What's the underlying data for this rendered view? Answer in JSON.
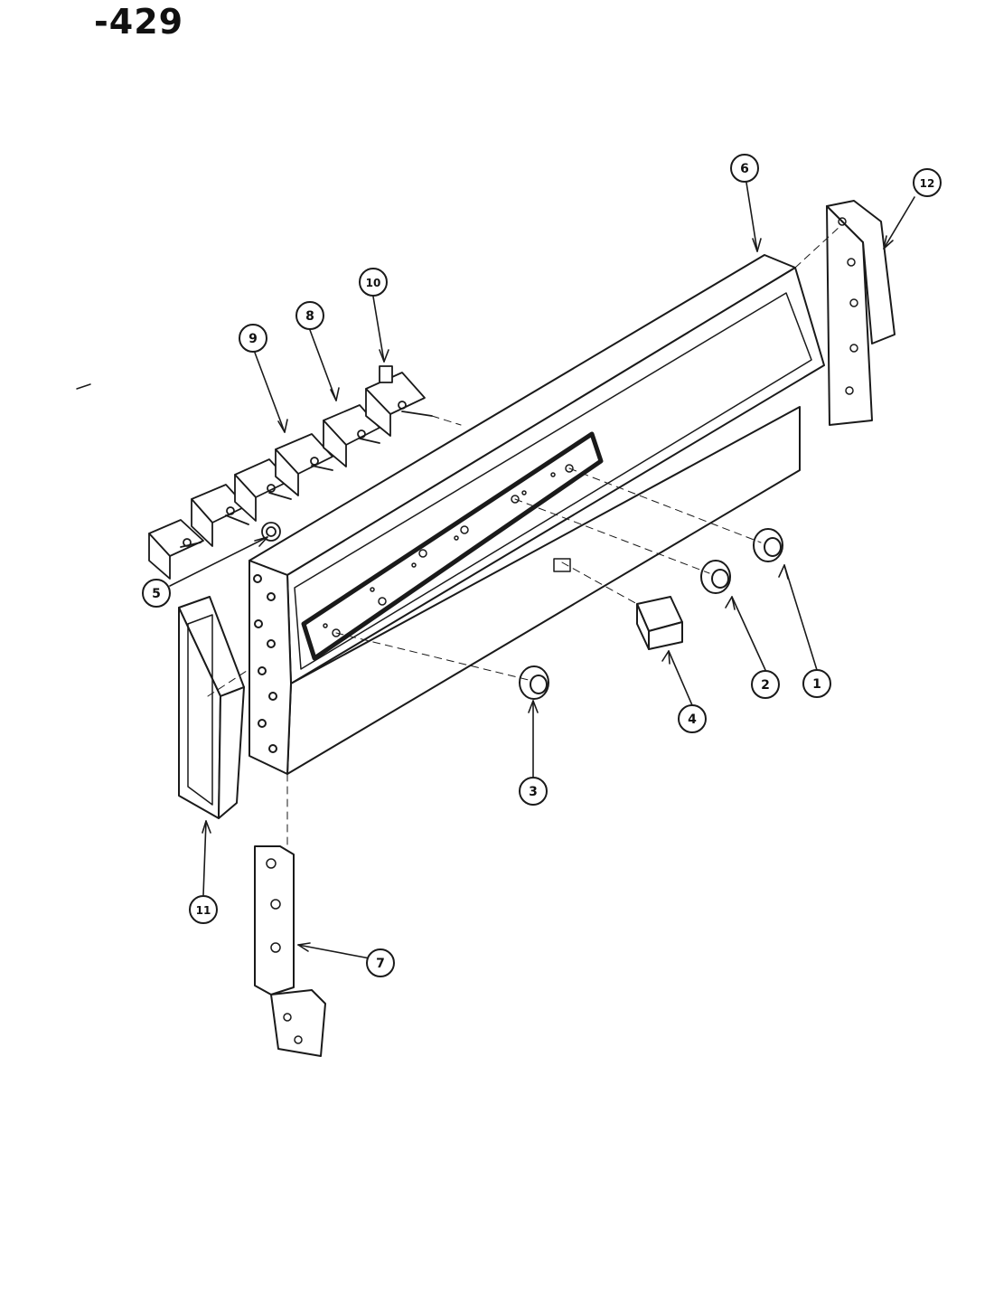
{
  "title": "-429",
  "callouts": [
    {
      "id": "1",
      "label": "1"
    },
    {
      "id": "2",
      "label": "2"
    },
    {
      "id": "3",
      "label": "3"
    },
    {
      "id": "4",
      "label": "4"
    },
    {
      "id": "5",
      "label": "5"
    },
    {
      "id": "6",
      "label": "6"
    },
    {
      "id": "7",
      "label": "7"
    },
    {
      "id": "8",
      "label": "8"
    },
    {
      "id": "9",
      "label": "9"
    },
    {
      "id": "10",
      "label": "10"
    },
    {
      "id": "11",
      "label": "11"
    },
    {
      "id": "12",
      "label": "12"
    }
  ]
}
